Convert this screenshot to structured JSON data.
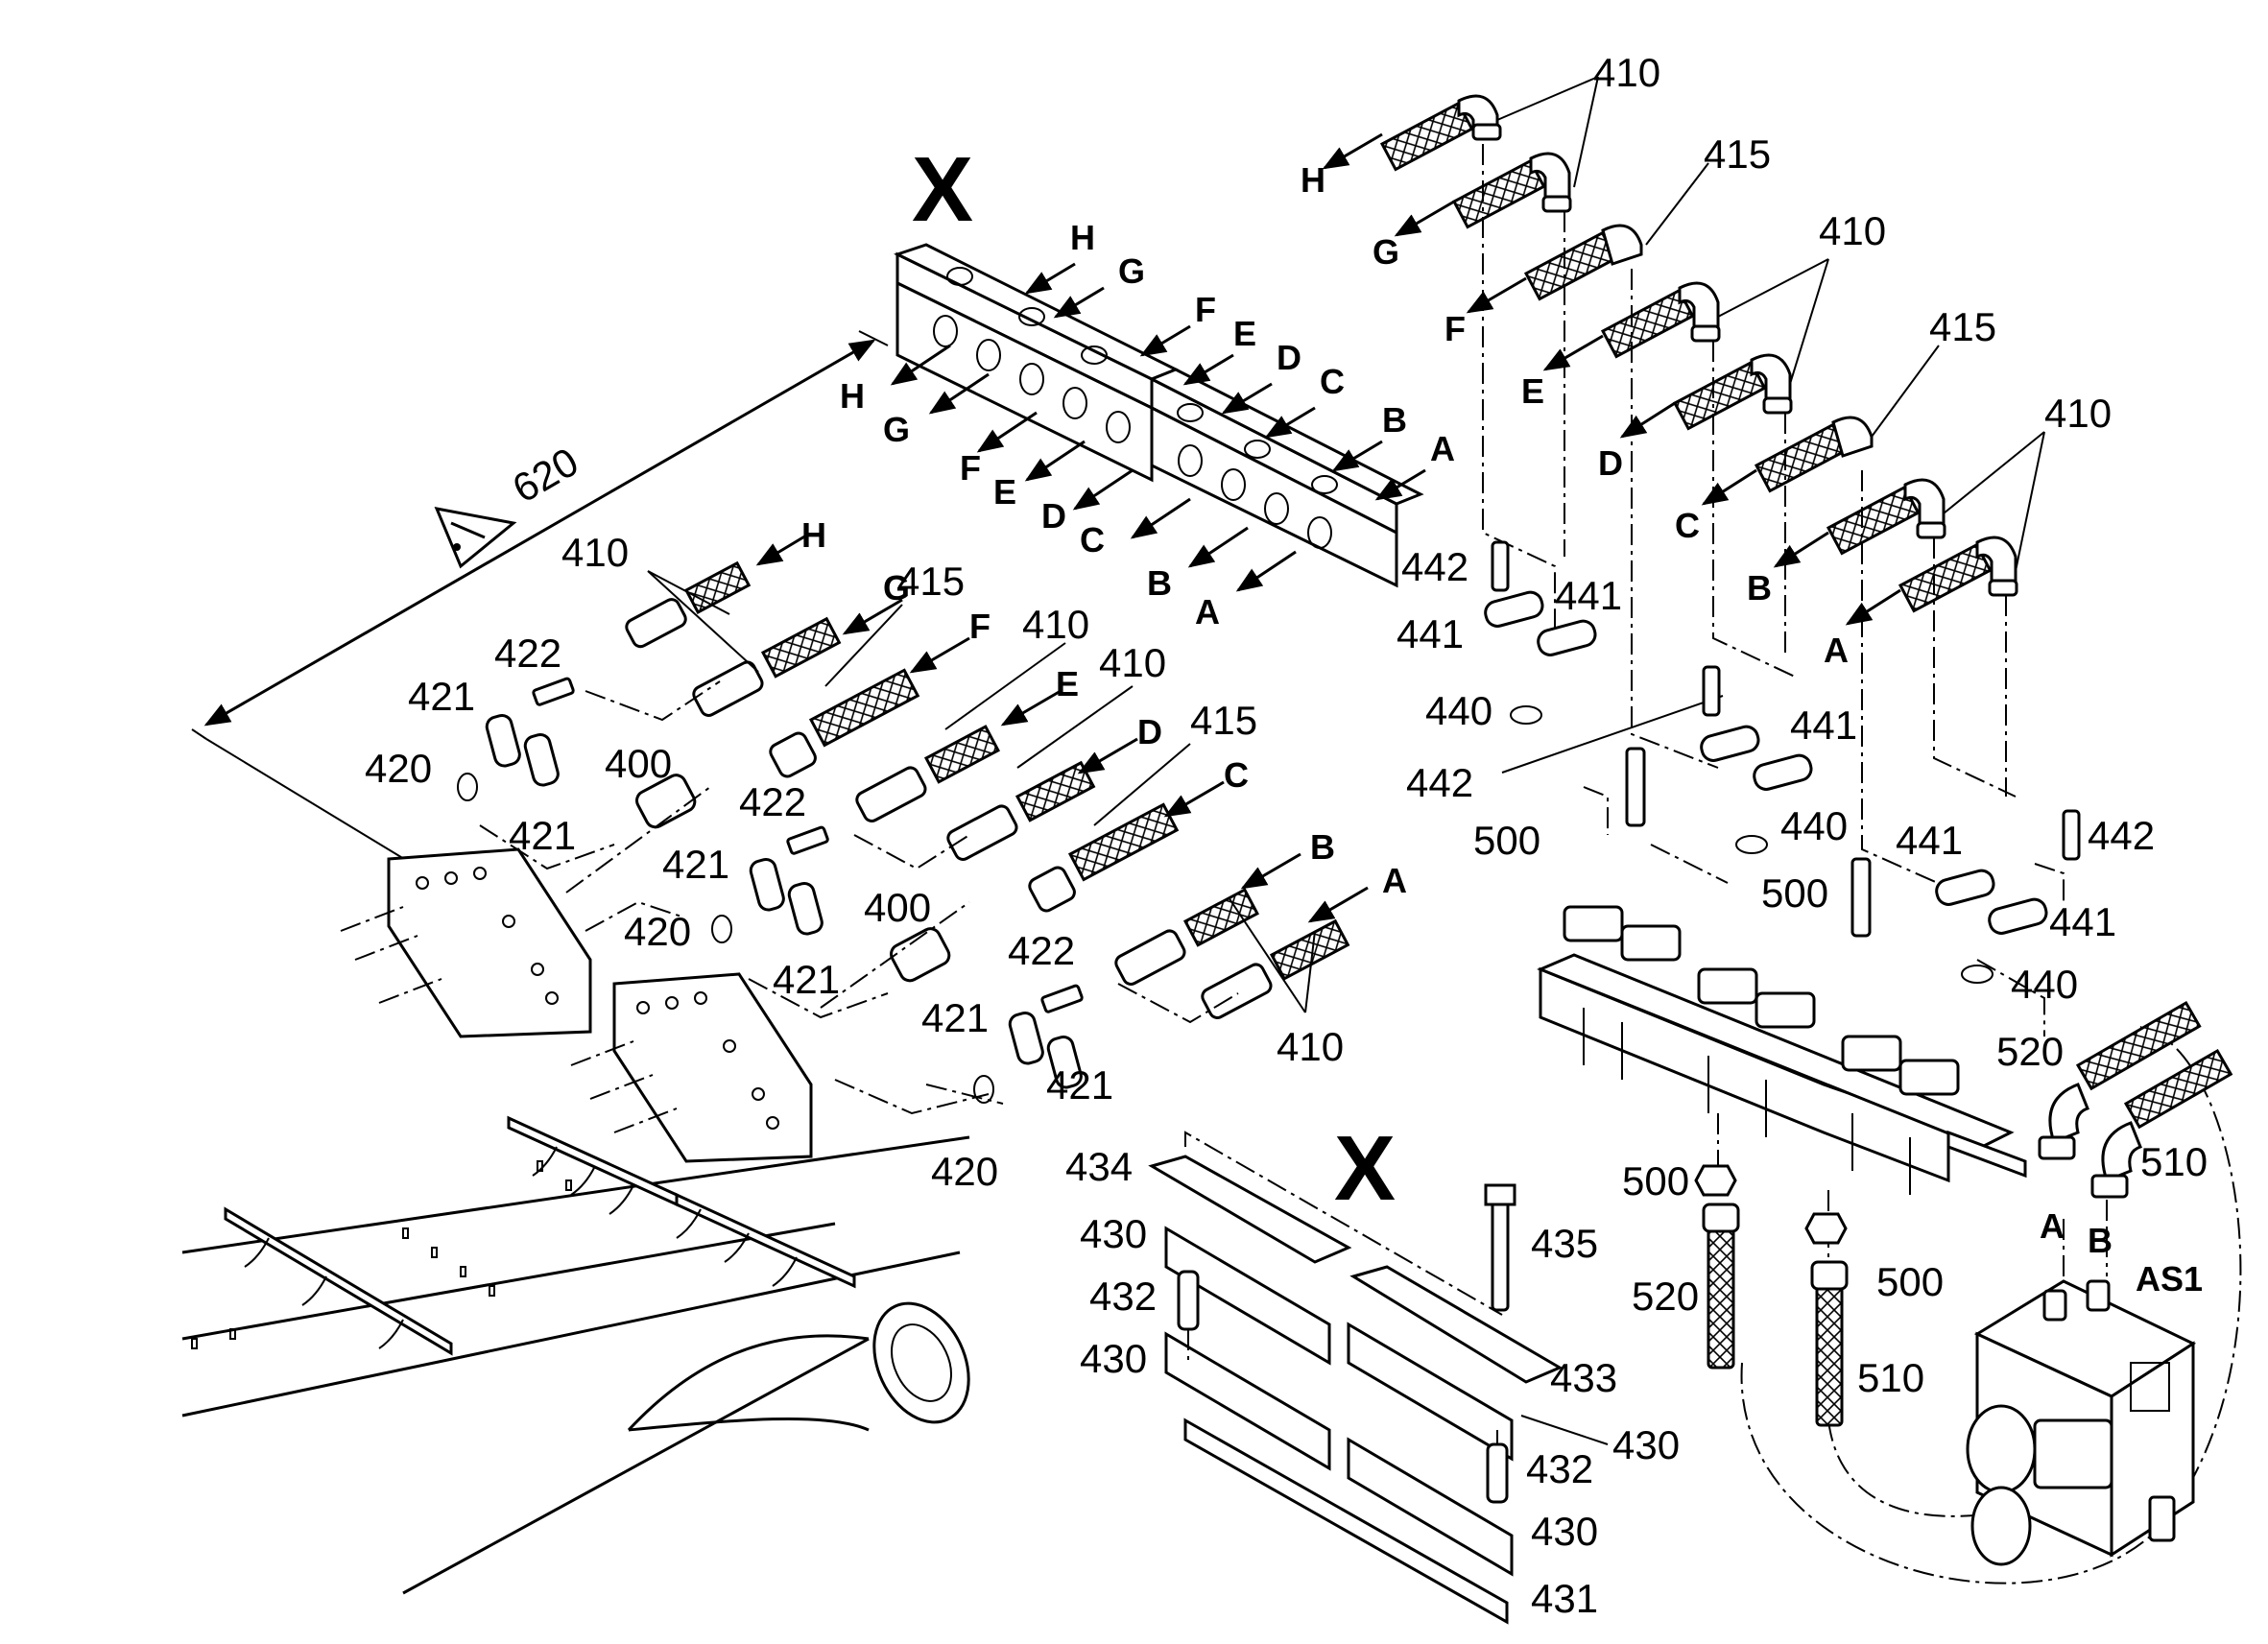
{
  "view_markers": {
    "detail_top": "X",
    "detail_bottom": "X"
  },
  "warning": {
    "number": "620"
  },
  "line_letters": [
    "H",
    "G",
    "F",
    "E",
    "D",
    "C",
    "B",
    "A"
  ],
  "refs": {
    "r400": "400",
    "r410": "410",
    "r415": "415",
    "r420": "420",
    "r421": "421",
    "r422": "422",
    "r430": "430",
    "r431": "431",
    "r432": "432",
    "r433": "433",
    "r434": "434",
    "r435": "435",
    "r440": "440",
    "r441": "441",
    "r442": "442",
    "r500": "500",
    "r510": "510",
    "r520": "520",
    "as1": "AS1"
  },
  "ports": {
    "a": "A",
    "b": "B"
  }
}
